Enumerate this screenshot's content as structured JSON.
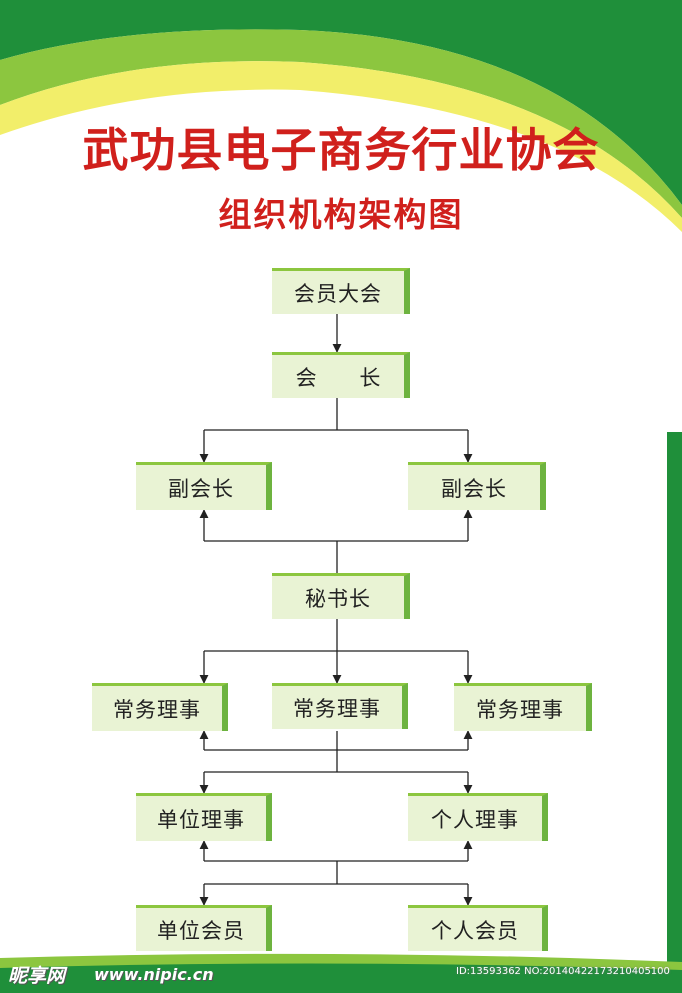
{
  "title": "武功县电子商务行业协会",
  "subtitle": "组织机构架构图",
  "nodes": {
    "assembly": "会员大会",
    "president": "会 长",
    "vp_left": "副会长",
    "vp_right": "副会长",
    "secretary_general": "秘书长",
    "exec_left": "常务理事",
    "exec_center": "常务理事",
    "exec_right": "常务理事",
    "unit_director": "单位理事",
    "individual_director": "个人理事",
    "unit_member": "单位会员",
    "individual_member": "个人会员"
  },
  "footer": {
    "logo": "昵享网",
    "site": "www.nipic.cn",
    "image_id": "ID:13593362 NO:20140422173210405100"
  },
  "colors": {
    "title_red": "#d0201c",
    "dark_green": "#1f8f3a",
    "light_green": "#8cc63f",
    "yellow": "#f2ee6a",
    "box_fill": "#e9f3d4"
  }
}
